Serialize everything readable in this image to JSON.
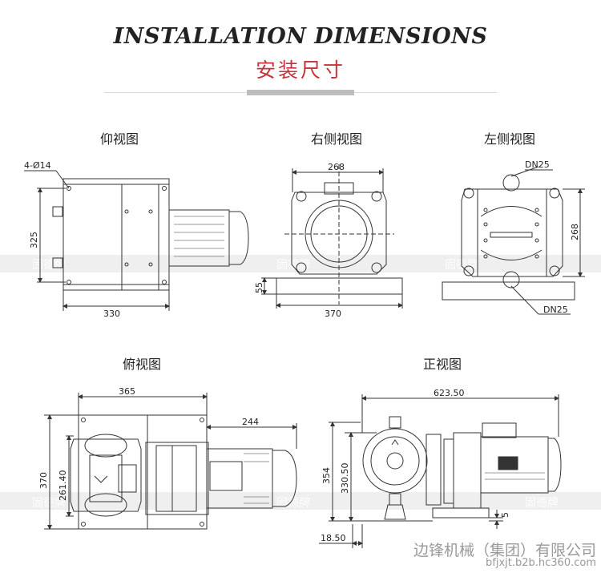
{
  "header": {
    "title_en": "INSTALLATION DIMENSIONS",
    "title_cn": "安装尺寸"
  },
  "views": {
    "bottom": {
      "title": "仰视图",
      "hole_label": "4-Ø14",
      "height_dim": "325",
      "width_dim": "330"
    },
    "right": {
      "title": "右侧视图",
      "top_dim": "268",
      "base_dim": "55",
      "width_dim": "370"
    },
    "left": {
      "title": "左侧视图",
      "top_port": "DN25",
      "bottom_port": "DN25",
      "height_dim": "268"
    },
    "top": {
      "title": "俯视图",
      "width_dim": "365",
      "motor_dim": "244",
      "height_outer": "370",
      "height_inner": "261.40"
    },
    "front": {
      "title": "正视图",
      "length_dim": "623.50",
      "height_outer": "354",
      "height_inner": "330.50",
      "base_gap": "5",
      "offset_dim": "18.50"
    }
  },
  "watermark": {
    "text": "固德牌"
  },
  "footer": {
    "company": "边锋机械（集团）有限公司",
    "website": "bfjxjt.b2b.hc360.com"
  },
  "colors": {
    "accent": "#c8323c",
    "line": "#333333",
    "band": "#e1e1e1"
  }
}
